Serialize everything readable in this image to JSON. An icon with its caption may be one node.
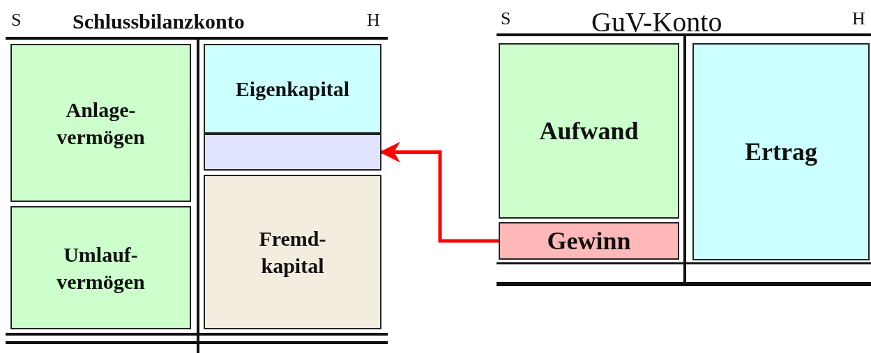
{
  "diagram": {
    "nodes": [
      {
        "text": [
          "Schlussbilanzkonto"
        ]
      },
      {
        "text": [
          "Anlage- vermögen"
        ],
        "in": 0
      },
      {
        "text": [
          "Umlauf- vermögen"
        ],
        "in": 0
      },
      {
        "text": [
          "Eigenkapital"
        ],
        "in": 0
      },
      {
        "text": [],
        "shape": "box",
        "in": 0
      },
      {
        "text": [
          "Fremd- kapital"
        ],
        "in": 0
      },
      {
        "text": [
          "GuV-Konto"
        ]
      },
      {
        "text": [
          "Aufwand"
        ],
        "in": 6
      },
      {
        "text": [
          "Gewinn"
        ],
        "in": 6
      },
      {
        "text": [
          "Ertrag"
        ],
        "in": 6
      }
    ],
    "edges": [
      {
        "from": 8,
        "to": 4,
        "arrow": "to",
        "color": "#ff0000"
      }
    ],
    "labels": [
      "S",
      "H",
      "S",
      "H"
    ]
  }
}
